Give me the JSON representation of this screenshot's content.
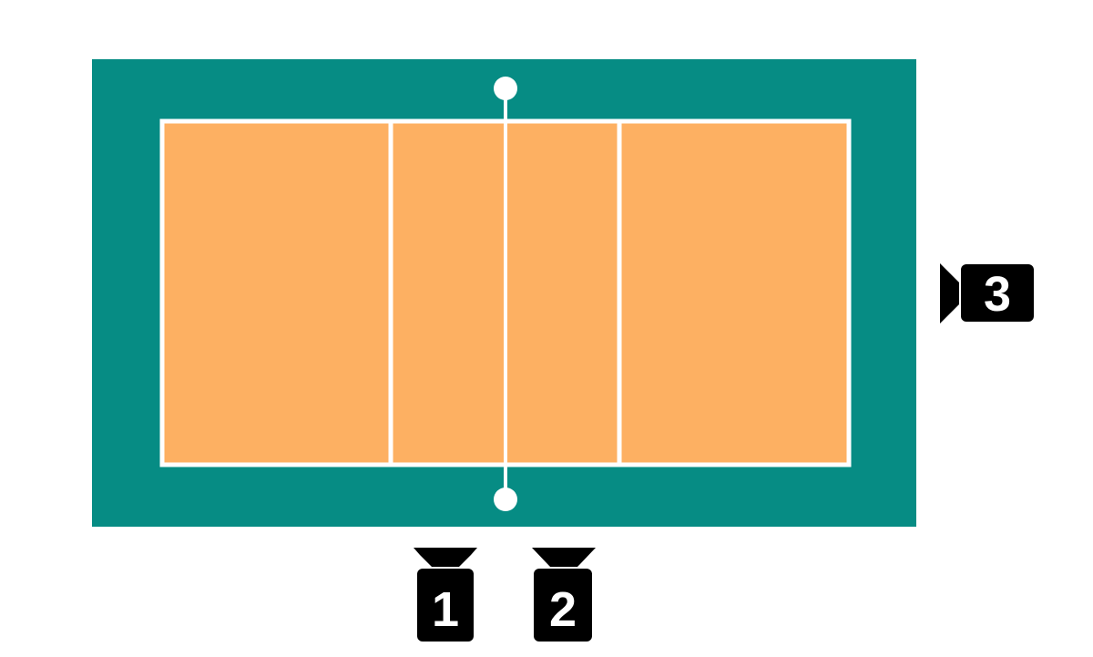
{
  "diagram": {
    "colors": {
      "surround": "#068C84",
      "court": "#FDB062",
      "lines": "#FFFFFF",
      "camera": "#000000"
    },
    "cameras": [
      {
        "label": "1",
        "orientation": "facing-up",
        "icon": "camera-icon"
      },
      {
        "label": "2",
        "orientation": "facing-up",
        "icon": "camera-icon"
      },
      {
        "label": "3",
        "orientation": "facing-left",
        "icon": "camera-icon"
      }
    ]
  }
}
